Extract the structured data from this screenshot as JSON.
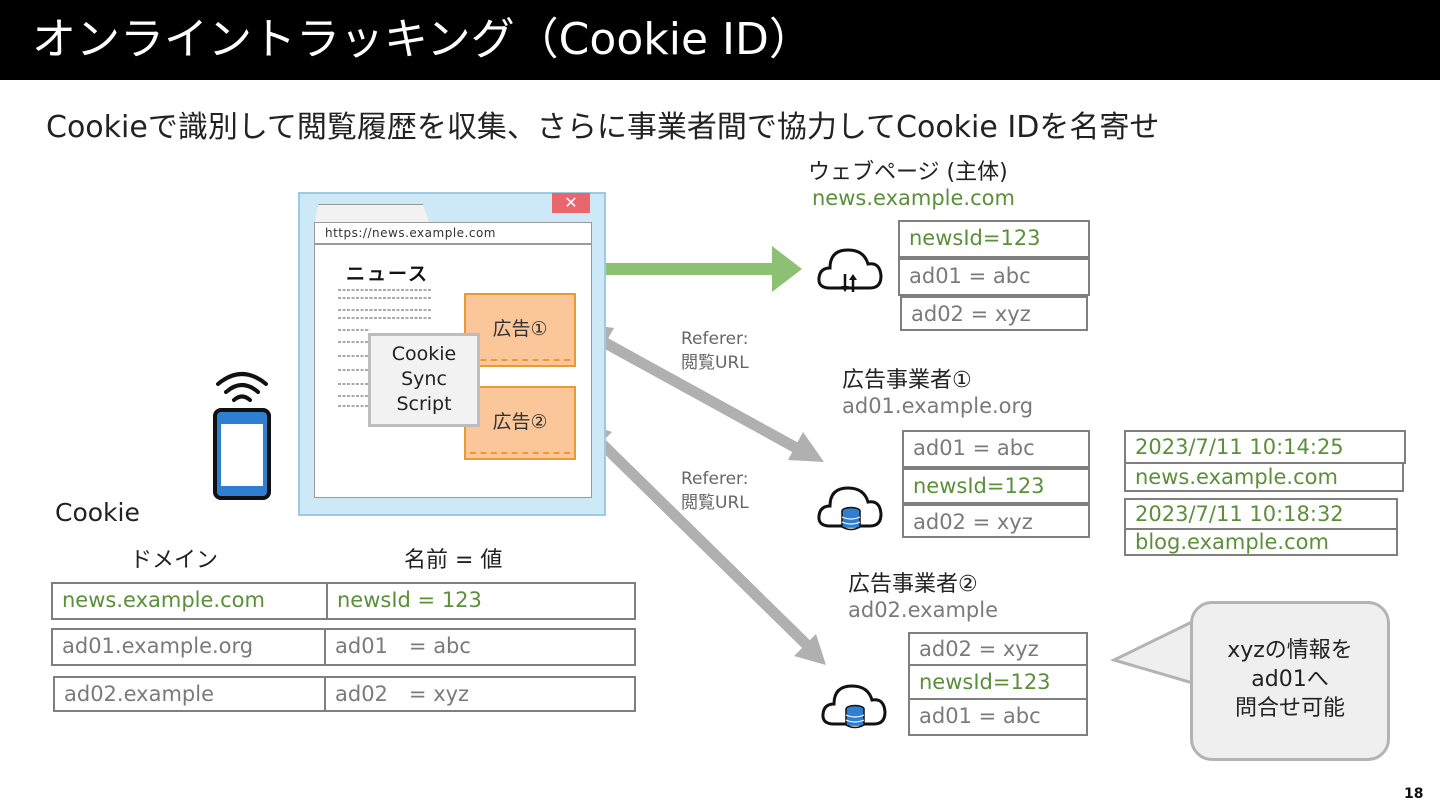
{
  "title": "オンライントラッキング（Cookie ID）",
  "subtitle": "Cookieで識別して閲覧履歴を収集、さらに事業者間で協力してCookie IDを名寄せ",
  "browser": {
    "close_glyph": "✕",
    "url": "https://news.example.com",
    "page_heading": "ニュース",
    "ad1_label": "広告①",
    "ad2_label": "広告②",
    "sync_script_lines": [
      "Cookie",
      "Sync",
      "Script"
    ]
  },
  "referer_label_1": [
    "Referer:",
    "閲覧URL"
  ],
  "referer_label_2": [
    "Referer:",
    "閲覧URL"
  ],
  "webpage": {
    "label": "ウェブページ (主体)",
    "domain": "news.example.com",
    "rows": [
      "newsId=123",
      "ad01 = abc",
      "ad02 = xyz"
    ]
  },
  "ad1": {
    "label": "広告事業者①",
    "domain": "ad01.example.org",
    "rows": [
      "ad01 = abc",
      "newsId=123",
      "ad02 = xyz"
    ],
    "history": [
      {
        "time": "2023/7/11 10:14:25",
        "site": "news.example.com"
      },
      {
        "time": "2023/7/11 10:18:32",
        "site": "blog.example.com"
      }
    ]
  },
  "ad2": {
    "label": "広告事業者②",
    "domain": "ad02.example",
    "rows": [
      "ad02 = xyz",
      "newsId=123",
      "ad01 = abc"
    ]
  },
  "cookie_table": {
    "title": "Cookie",
    "col_domain": "ドメイン",
    "col_namevalue": "名前 = 値",
    "rows": [
      {
        "domain": "news.example.com",
        "value": "newsId = 123"
      },
      {
        "domain": "ad01.example.org",
        "value": "ad01　= abc"
      },
      {
        "domain": "ad02.example",
        "value": "ad02　= xyz"
      }
    ]
  },
  "speech_lines": [
    "xyzの情報を",
    "ad01へ",
    "問合せ可能"
  ],
  "page_number": "18",
  "colors": {
    "green": "#5b8f3a",
    "arrow_green": "#8cc173",
    "arrow_grey": "#b0b0b0",
    "ad_fill": "#fbc79a"
  },
  "icons": [
    "smartphone-icon",
    "wifi-icon",
    "cloud-transfer-icon",
    "cloud-database-icon"
  ]
}
